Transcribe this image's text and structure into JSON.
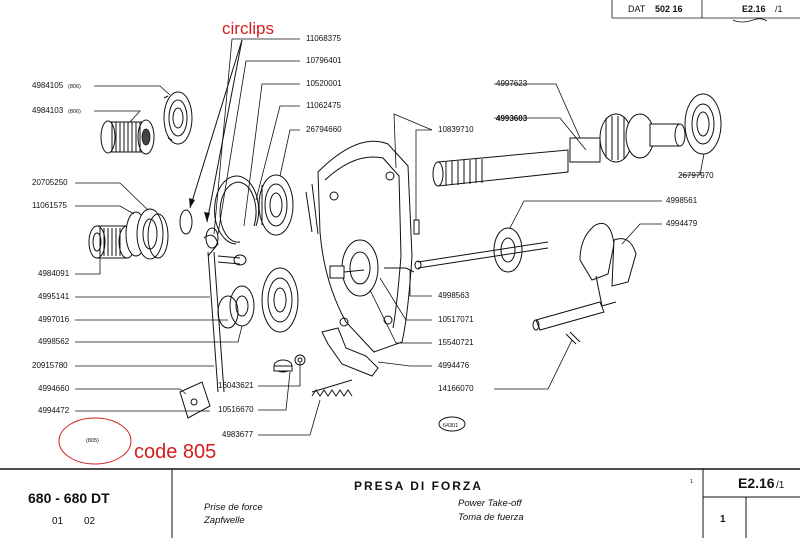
{
  "header": {
    "dat_label": "DAT",
    "dat_value": "502 16",
    "sheet": "E2.16",
    "sheet_sub": "/1"
  },
  "annotations": {
    "circlips": "circlips",
    "code": "code 805",
    "code_ref": "(805)",
    "drawing_ref": "64301"
  },
  "parts": {
    "p11068375": "11068375",
    "p10796401": "10796401",
    "p10520001": "10520001",
    "p11062475": "11062475",
    "p26794660": "26794660",
    "p4984105": "4984105",
    "p4984105_note": "(806)",
    "p4984103": "4984103",
    "p4984103_note": "(806)",
    "p20705250": "20705250",
    "p11061575": "11061575",
    "p4984091": "4984091",
    "p4995141": "4995141",
    "p4997016": "4997016",
    "p4998562": "4998562",
    "p20915780": "20915780",
    "p4994660": "4994660",
    "p4994472": "4994472",
    "p16043621": "16043621",
    "p10516670": "10516670",
    "p4983677": "4983677",
    "p4997623": "4997623",
    "p10839710": "10839710",
    "p4993603": "4993603",
    "p26797970": "26797970",
    "p4998561": "4998561",
    "p4994479": "4994479",
    "p4998563": "4998563",
    "p10517071": "10517071",
    "p15540721": "15540721",
    "p4994476": "4994476",
    "p14166070": "14166070"
  },
  "footer": {
    "model": "680 - 680 DT",
    "code_a": "01",
    "code_b": "02",
    "title": "PRESA DI FORZA",
    "fr": "Prise de force",
    "de": "Zapfwelle",
    "en": "Power Take-off",
    "es": "Toma de fuerza",
    "mark_top": "1",
    "sheet": "E2.16",
    "sheet_sub": "/1",
    "page": "1"
  }
}
